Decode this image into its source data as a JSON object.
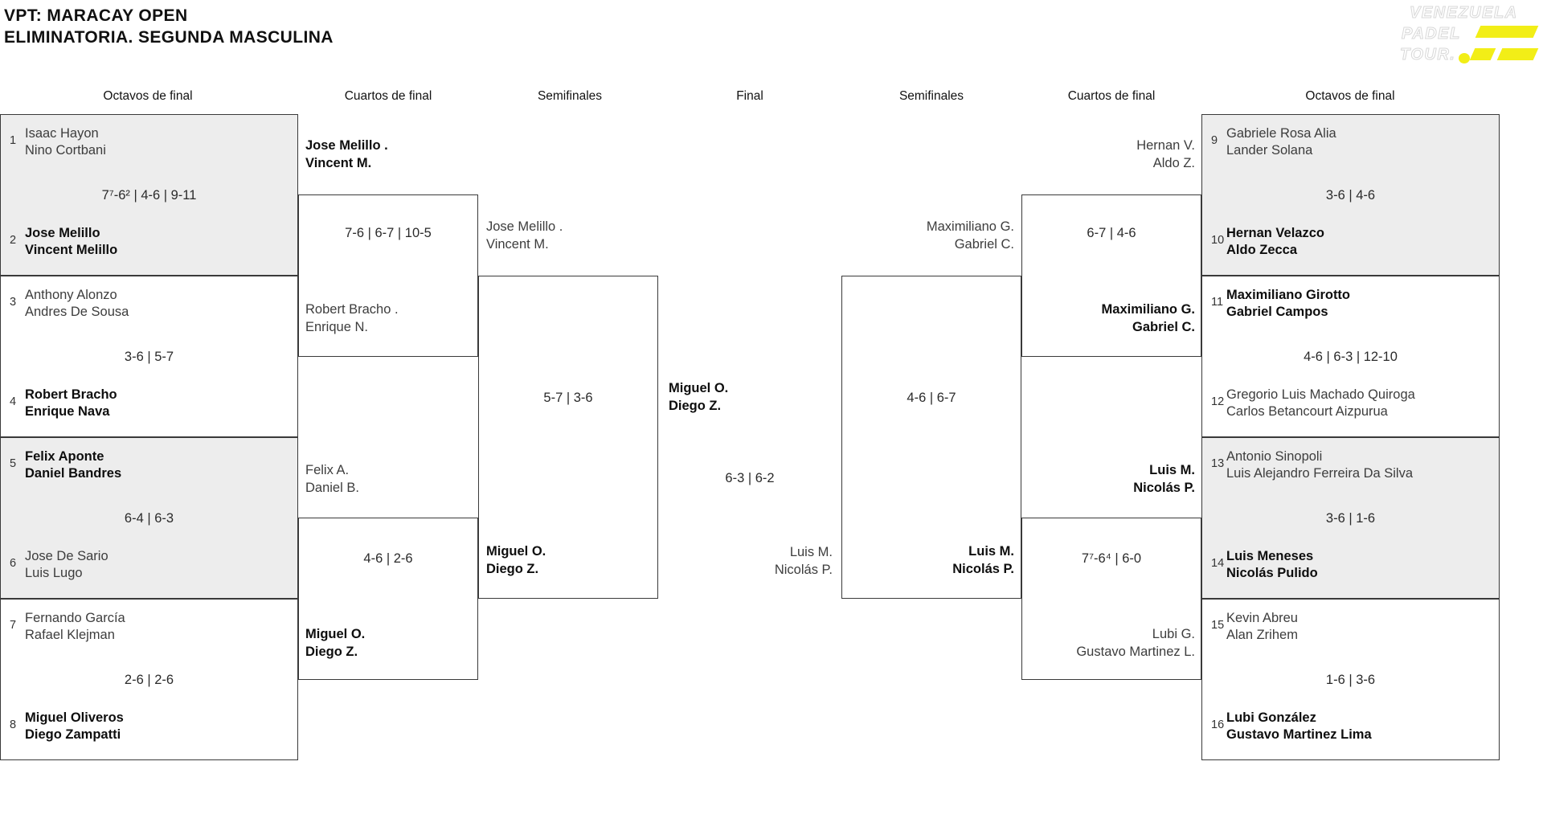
{
  "meta": {
    "event": "VPT: MARACAY OPEN",
    "category": "ELIMINATORIA. SEGUNDA MASCULINA"
  },
  "logo": {
    "words": [
      "VENEZUELA",
      "PADEL",
      "TOUR."
    ],
    "accent_color": "#f2ee17"
  },
  "colors": {
    "shaded_row": "#ededed",
    "bracket_line": "#3a3a3a",
    "text_normal": "#3d3d3d",
    "text_winner": "#0e0e0e"
  },
  "round_headers": [
    "Octavos de final",
    "Cuartos de final",
    "Semifinales",
    "Final",
    "Semifinales",
    "Cuartos de final",
    "Octavos de final"
  ],
  "matches": {
    "m1": {
      "seed_a": "1",
      "team_a": [
        "Isaac Hayon",
        "Nino Cortbani"
      ],
      "score": "7⁷-6² | 4-6 | 9-11",
      "seed_b": "2",
      "team_b": [
        "Jose Melillo",
        "Vincent Melillo"
      ],
      "winner": "b"
    },
    "m2": {
      "seed_a": "3",
      "team_a": [
        "Anthony Alonzo",
        "Andres De Sousa"
      ],
      "score": "3-6 | 5-7",
      "seed_b": "4",
      "team_b": [
        "Robert Bracho",
        "Enrique Nava"
      ],
      "winner": "b"
    },
    "m3": {
      "seed_a": "5",
      "team_a": [
        "Felix Aponte",
        "Daniel Bandres"
      ],
      "score": "6-4 | 6-3",
      "seed_b": "6",
      "team_b": [
        "Jose De Sario",
        "Luis Lugo"
      ],
      "winner": "a"
    },
    "m4": {
      "seed_a": "7",
      "team_a": [
        "Fernando García",
        "Rafael Klejman"
      ],
      "score": "2-6 | 2-6",
      "seed_b": "8",
      "team_b": [
        "Miguel Oliveros",
        "Diego Zampatti"
      ],
      "winner": "b"
    },
    "m5": {
      "seed_a": "9",
      "team_a": [
        "Gabriele Rosa Alia",
        "Lander Solana"
      ],
      "score": "3-6 | 4-6",
      "seed_b": "10",
      "team_b": [
        "Hernan Velazco",
        "Aldo Zecca"
      ],
      "winner": "b"
    },
    "m6": {
      "seed_a": "11",
      "team_a": [
        "Maximiliano Girotto",
        "Gabriel Campos"
      ],
      "score": "4-6 | 6-3 | 12-10",
      "seed_b": "12",
      "team_b": [
        "Gregorio Luis Machado Quiroga",
        "Carlos Betancourt Aizpurua"
      ],
      "winner": "a"
    },
    "m7": {
      "seed_a": "13",
      "team_a": [
        "Antonio Sinopoli",
        "Luis Alejandro Ferreira Da Silva"
      ],
      "score": "3-6 | 1-6",
      "seed_b": "14",
      "team_b": [
        "Luis Meneses",
        "Nicolás Pulido"
      ],
      "winner": "b"
    },
    "m8": {
      "seed_a": "15",
      "team_a": [
        "Kevin Abreu",
        "Alan Zrihem"
      ],
      "score": "1-6 | 3-6",
      "seed_b": "16",
      "team_b": [
        "Lubi González",
        "Gustavo Martinez Lima"
      ],
      "winner": "b"
    },
    "qfl1": {
      "team_a": [
        "Jose Melillo .",
        "Vincent M."
      ],
      "score": "7-6 | 6-7 | 10-5",
      "team_b": [
        "Robert Bracho .",
        "Enrique N."
      ],
      "winner": "a"
    },
    "qfl2": {
      "team_a": [
        "Felix A.",
        "Daniel B."
      ],
      "score": "4-6 | 2-6",
      "team_b": [
        "Miguel O.",
        "Diego Z."
      ],
      "winner": "b"
    },
    "sfl": {
      "team_a": [
        "Jose Melillo .",
        "Vincent M."
      ],
      "score": "5-7 | 3-6",
      "team_b": [
        "Miguel O.",
        "Diego Z."
      ],
      "winner": "b"
    },
    "fin": {
      "team_a": [
        "Miguel O.",
        "Diego Z."
      ],
      "score": "6-3 | 6-2",
      "team_b": [
        "Luis M.",
        "Nicolás P."
      ],
      "winner": "a"
    },
    "sfr": {
      "team_a": [
        "Maximiliano G.",
        "Gabriel C."
      ],
      "score": "4-6 | 6-7",
      "team_b": [
        "Luis M.",
        "Nicolás P."
      ],
      "winner": "b"
    },
    "qfr1": {
      "team_a": [
        "Hernan V.",
        "Aldo Z."
      ],
      "score": "6-7 | 4-6",
      "team_b": [
        "Maximiliano G.",
        "Gabriel C."
      ],
      "winner": "b"
    },
    "qfr2": {
      "team_a": [
        "Luis M.",
        "Nicolás P."
      ],
      "score": "7⁷-6⁴ | 6-0",
      "team_b": [
        "Lubi G.",
        "Gustavo Martinez L."
      ],
      "winner": "a"
    }
  }
}
